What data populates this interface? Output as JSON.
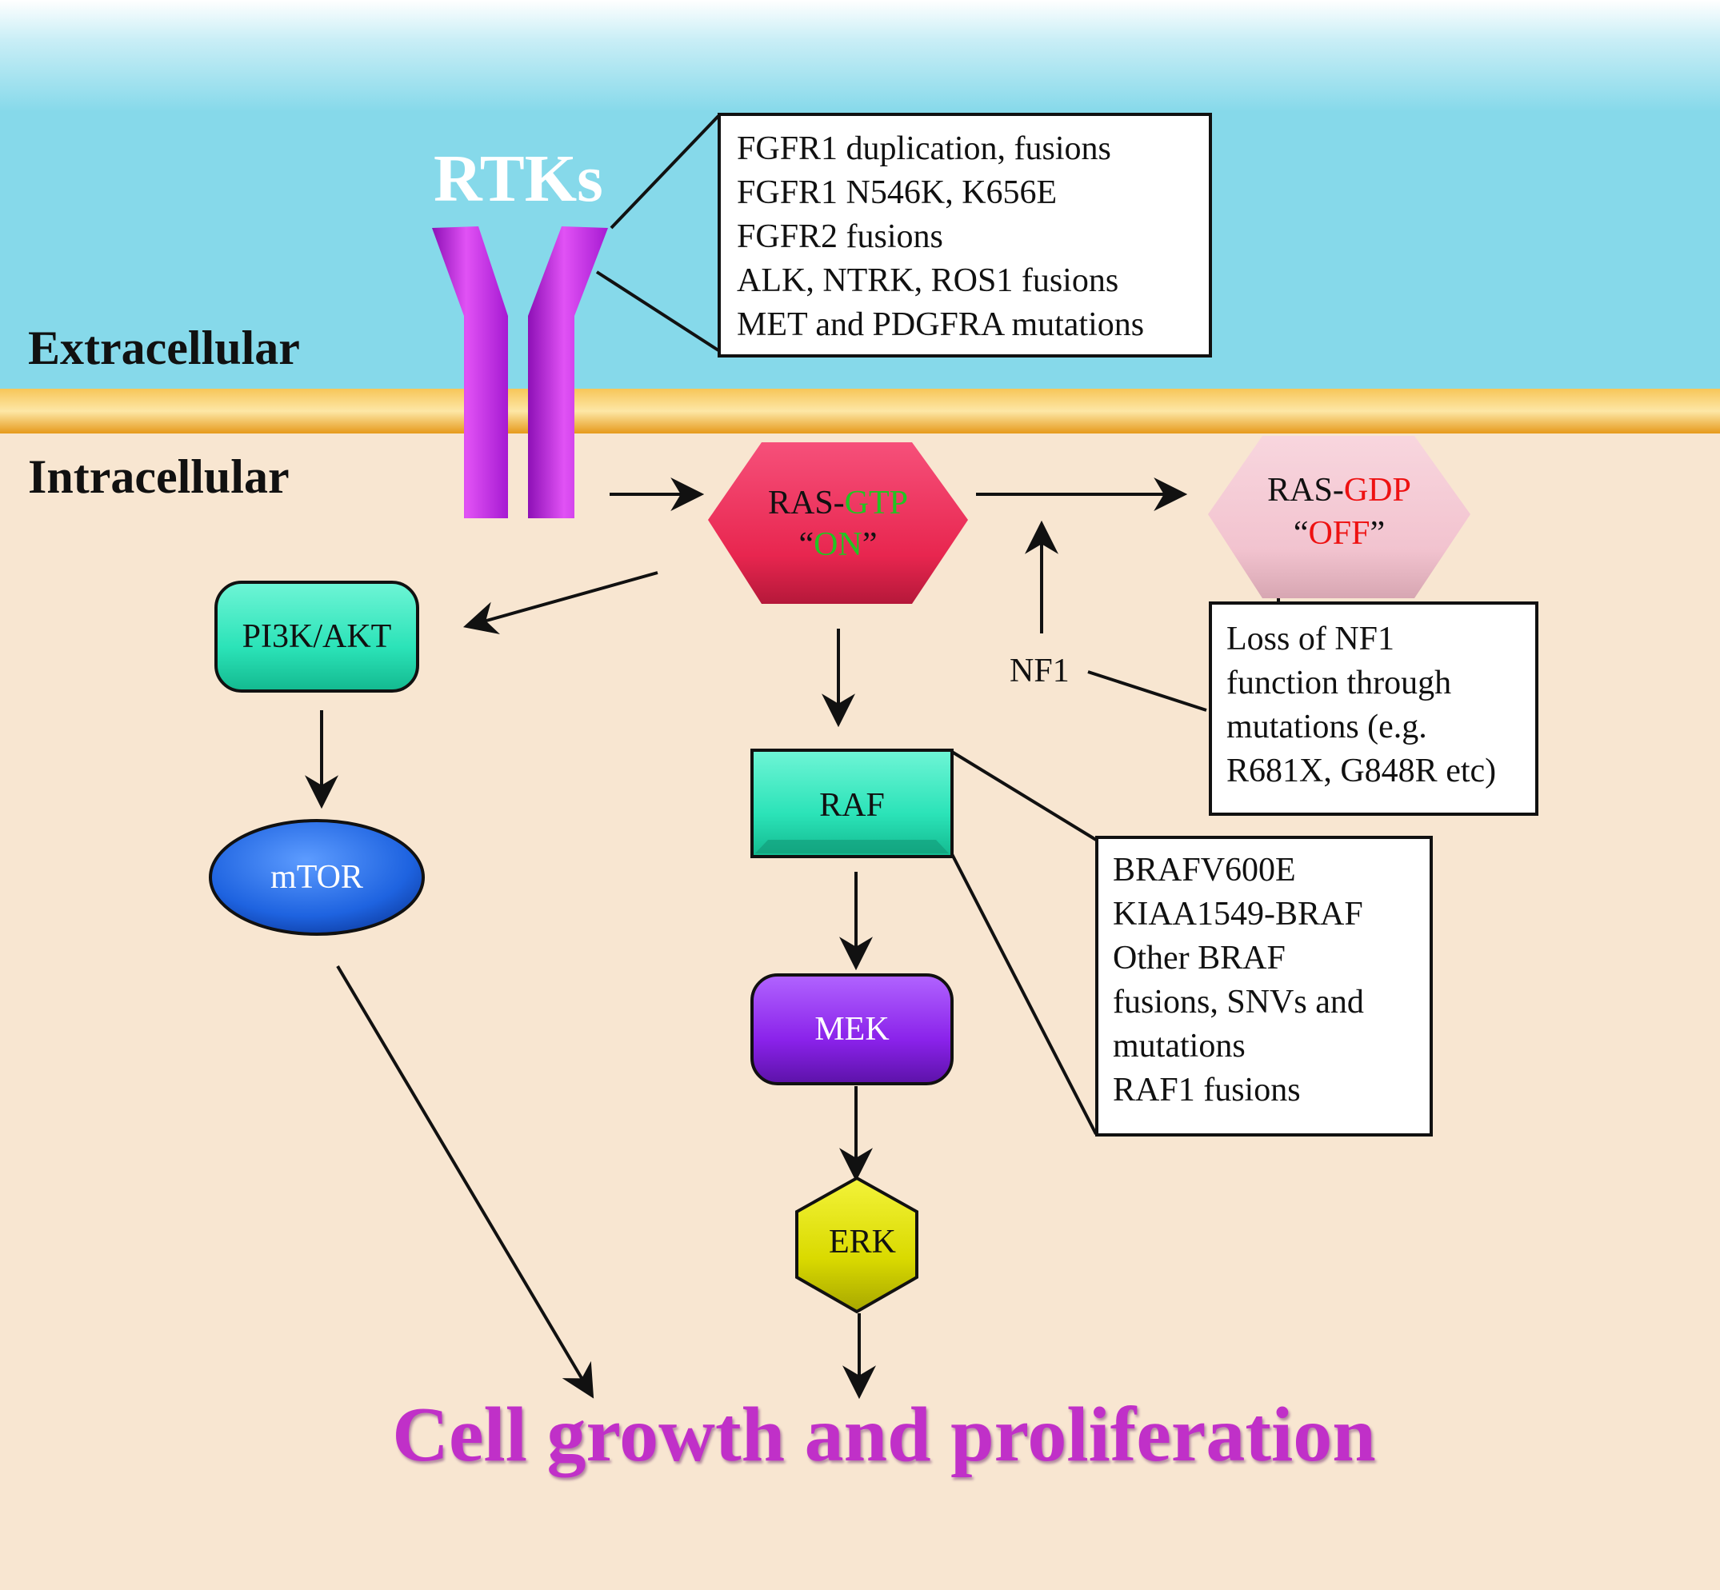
{
  "zones": {
    "extracellular": "Extracellular",
    "intracellular": "Intracellular"
  },
  "receptor": {
    "label": "RTKs"
  },
  "rtk_alterations": [
    "FGFR1 duplication, fusions",
    "FGFR1 N546K, K656E",
    "FGFR2 fusions",
    "ALK, NTRK, ROS1 fusions",
    "MET and PDGFRA mutations"
  ],
  "ras_gtp": {
    "prefix": "RAS-",
    "state": "GTP",
    "q_open": "“",
    "on": "ON",
    "q_close": "”"
  },
  "ras_gdp": {
    "prefix": "RAS-",
    "state": "GDP",
    "q_open": "“",
    "off": "OFF",
    "q_close": "”"
  },
  "nf1": {
    "label": "NF1"
  },
  "nf1_note": [
    "Loss of NF1",
    "function through",
    "mutations (e.g.",
    "R681X, G848R etc)"
  ],
  "nodes": {
    "pi3k": "PI3K/AKT",
    "mtor": "mTOR",
    "raf": "RAF",
    "mek": "MEK",
    "erk": "ERK"
  },
  "raf_alterations": [
    "BRAFV600E",
    "KIAA1549-BRAF",
    "Other BRAF",
    "fusions, SNVs and",
    "mutations",
    "RAF1 fusions"
  ],
  "outcome": "Cell growth and proliferation",
  "colors": {
    "extracellular": "#86d9ea",
    "intracellular": "#f8e6d1",
    "membrane": "#f2b233",
    "receptor": "#c227e6",
    "ras_gtp": "#e8264f",
    "ras_gdp": "#f2c3cf",
    "on_green": "#22c422",
    "off_red": "#ee1111",
    "teal": "#2be3b8",
    "mtor_blue": "#1e63e0",
    "mek_purple": "#8a22ea",
    "erk_yellow": "#dada00",
    "outcome_magenta": "#c030c8"
  }
}
